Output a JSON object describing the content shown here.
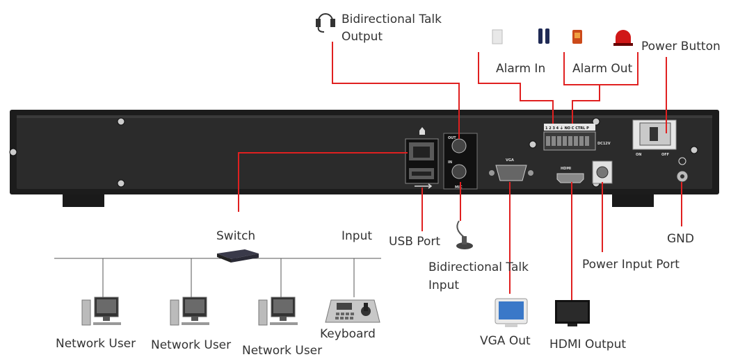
{
  "colors": {
    "callout_line": "#e02020",
    "label_text": "#333333",
    "device_body": "#1c1c1c",
    "device_panel": "#2a2a2a"
  },
  "labels": {
    "bidirectional_talk_output_line1": "Bidirectional Talk",
    "bidirectional_talk_output_line2": "Output",
    "alarm_in": "Alarm In",
    "alarm_out": "Alarm Out",
    "power_button": "Power Button",
    "switch": "Switch",
    "input": "Input",
    "usb_port": "USB Port",
    "bidirectional_talk_input_line1": "Bidirectional Talk",
    "bidirectional_talk_input_line2": "Input",
    "power_input_port": "Power Input Port",
    "gnd": "GND",
    "vga_out": "VGA Out",
    "hdmi_output": "HDMI Output",
    "network_user_1": "Network User",
    "network_user_2": "Network User",
    "network_user_3": "Network User",
    "keyboard": "Keyboard"
  },
  "panel_text": {
    "vga": "VGA",
    "hdmi": "HDMI",
    "mic": "MIC",
    "out": "OUT",
    "in": "IN",
    "dc12v": "DC12V",
    "on": "ON",
    "off": "OFF",
    "alarm_pins": "1 2 3 4 ⏚ NO C CTRL P"
  },
  "icons": {
    "headset": "headset-icon",
    "alarm_in_sensors": [
      "door-sensor-icon",
      "smoke-detector-icon"
    ],
    "alarm_out_devices": [
      "strobe-light-icon",
      "siren-icon"
    ],
    "microphone": "desk-microphone-icon",
    "vga_monitor": "crt-monitor-icon",
    "hdmi_monitor": "lcd-tv-icon",
    "network_switch": "network-switch-icon",
    "computer": "desktop-computer-icon",
    "keyboard": "ptz-keyboard-icon",
    "ground": "ground-symbol-icon"
  }
}
